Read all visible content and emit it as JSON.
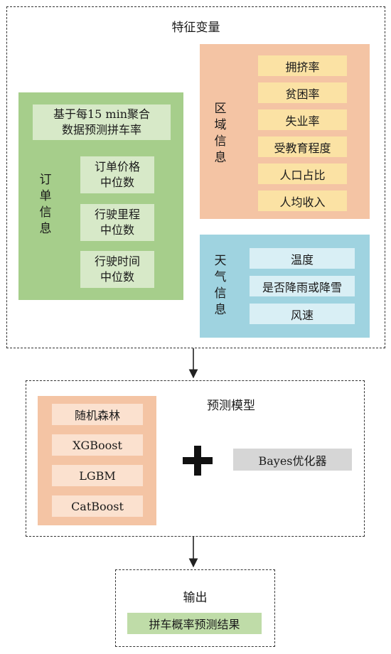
{
  "features": {
    "title": "特征变量",
    "order": {
      "label": "订单信息",
      "summary": "基于每15 min聚合\n数据预测拼车率",
      "items": [
        "订单价格\n中位数",
        "行驶里程\n中位数",
        "行驶时间\n中位数"
      ]
    },
    "region": {
      "label": "区域信息",
      "items": [
        "拥挤率",
        "贫困率",
        "失业率",
        "受教育程度",
        "人口占比",
        "人均收入"
      ]
    },
    "weather": {
      "label": "天气信息",
      "items": [
        "温度",
        "是否降雨或降雪",
        "风速"
      ]
    }
  },
  "model": {
    "title": "预测模型",
    "items": [
      "随机森林",
      "XGBoost",
      "LGBM",
      "CatBoost"
    ],
    "plus": "+",
    "optimizer": "Bayes优化器"
  },
  "output": {
    "title": "输出",
    "result": "拼车概率预测结果"
  }
}
